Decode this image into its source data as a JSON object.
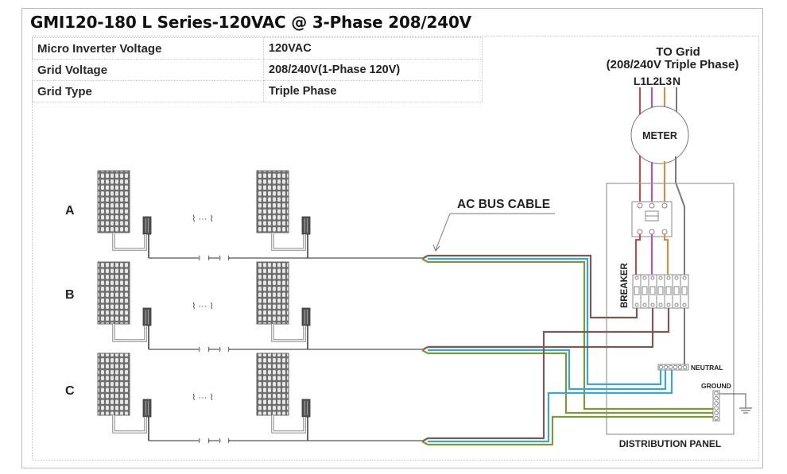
{
  "title": "GMI120-180 L Series-120VAC @ 3-Phase 208/240V",
  "spec_table": [
    {
      "key": "Micro Inverter Voltage",
      "value": "120VAC"
    },
    {
      "key": "Grid  Voltage",
      "value": "208/240V(1-Phase 120V)"
    },
    {
      "key": "Grid Type",
      "value": "Triple Phase"
    }
  ],
  "grid": {
    "title": "TO Grid",
    "subtitle": "(208/240V Triple Phase)",
    "lines": [
      "L1",
      "L2",
      "L3",
      "N"
    ]
  },
  "meter_label": "METER",
  "breaker_label": "BREAKER",
  "neutral_label": "NEUTRAL",
  "ground_label": "GROUND",
  "distribution_panel_label": "DISTRIBUTION PANEL",
  "ac_bus_cable_label": "AC BUS CABLE",
  "branches": [
    {
      "label": "A"
    },
    {
      "label": "B"
    },
    {
      "label": "C"
    }
  ],
  "ellipsis_symbol": "⌇ ··· ⌇",
  "colors": {
    "L1": "#e0403a",
    "L2": "#d13fd6",
    "L3": "#e8873a",
    "neutral": "#7a7a7a",
    "phase_cable": "#7a5a52",
    "neutral_cable": "#3aa6d6",
    "ground_cable": "#7a9a3a",
    "panel": "#8a8a8a"
  }
}
